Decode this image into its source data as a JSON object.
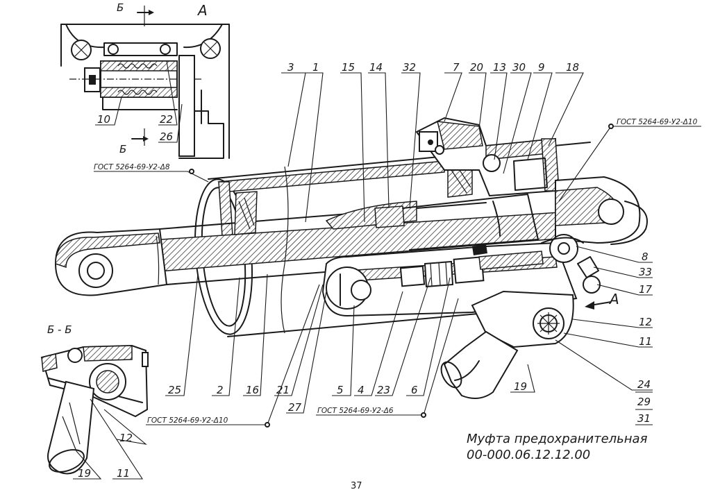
{
  "title": "Муфта предохранительная",
  "drawing_number": "00-000.06.12.12.00",
  "page_number": "37",
  "view_labels": {
    "view_a": "А",
    "section_bb": "Б - Б",
    "cut_mark_top": "Б",
    "cut_mark_bottom": "Б",
    "arrow_a": "А"
  },
  "weld_notes": {
    "top_left": "ГОСТ 5264-69-У2-Δ8",
    "top_right": "ГОСТ 5264-69-У2-Δ10",
    "bottom_left": "ГОСТ 5264-69-У2-Δ10",
    "bottom_middle": "ГОСТ 5264-69-У2-Δ6"
  },
  "top_labels": [
    "3",
    "1",
    "15",
    "14",
    "32",
    "7",
    "20",
    "13",
    "30",
    "9",
    "18"
  ],
  "inset_labels": [
    "10",
    "22",
    "26"
  ],
  "bottom_labels": [
    "25",
    "2",
    "16",
    "21",
    "27",
    "5",
    "4",
    "23",
    "6",
    "19"
  ],
  "right_labels": [
    "8",
    "33",
    "17",
    "12",
    "11",
    "24",
    "29",
    "31"
  ],
  "section_labels": [
    "12",
    "19",
    "11"
  ]
}
